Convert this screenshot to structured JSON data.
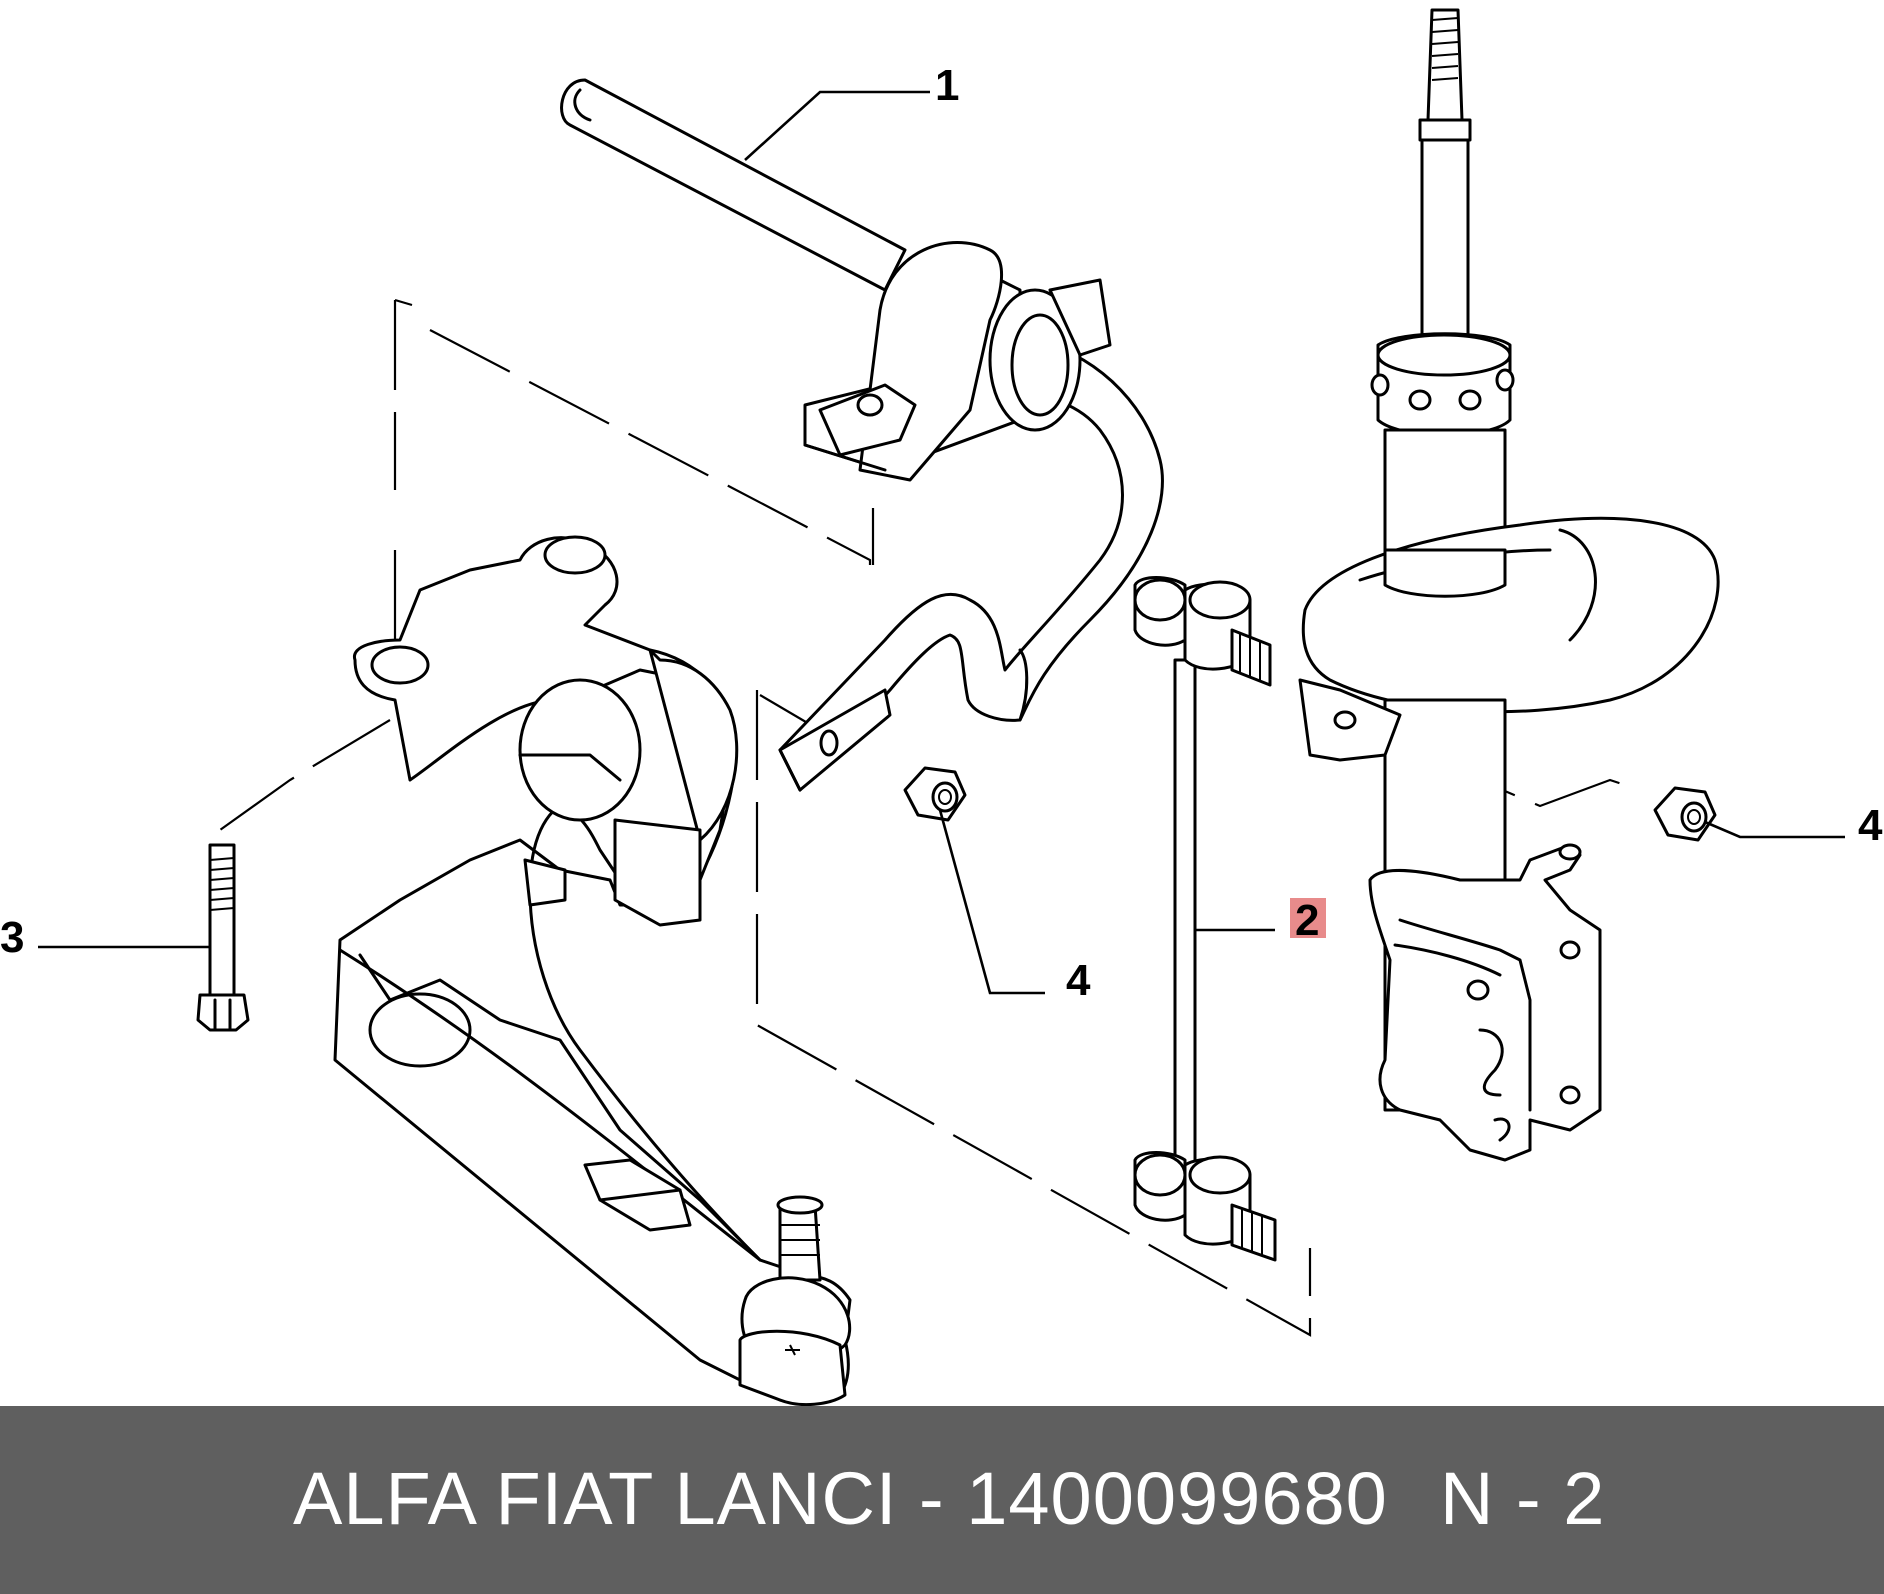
{
  "diagram": {
    "callouts": [
      {
        "id": "1",
        "label": "1",
        "highlighted": false
      },
      {
        "id": "2",
        "label": "2",
        "highlighted": true
      },
      {
        "id": "3",
        "label": "3",
        "highlighted": false
      },
      {
        "id": "4a",
        "label": "4",
        "highlighted": false
      },
      {
        "id": "4b",
        "label": "4",
        "highlighted": false
      }
    ],
    "highlight_color": "#e88b8b"
  },
  "footer": {
    "text": "ALFA FIAT LANCI - 1400099680",
    "suffix": "N - 2",
    "background": "#5f5f5f",
    "color": "#ffffff"
  }
}
